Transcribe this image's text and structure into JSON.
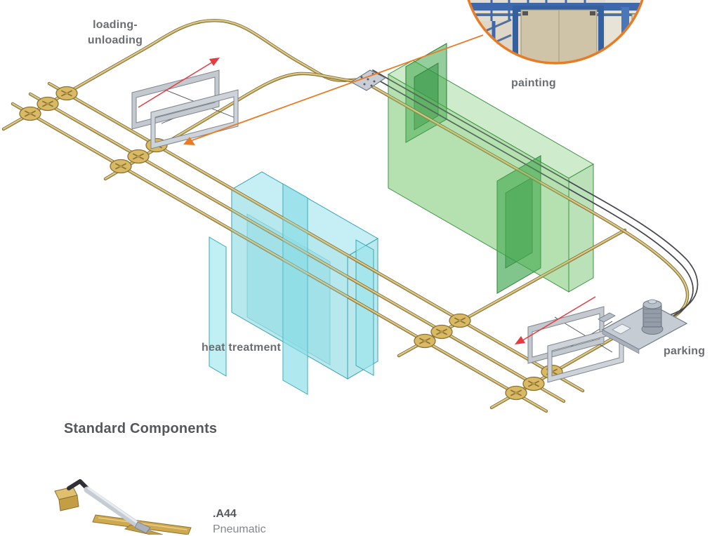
{
  "stations": {
    "loading_unloading": {
      "line1": "loading-",
      "line2": "unloading"
    },
    "painting": "painting",
    "heat_treatment": "heat treatment",
    "parking": "parking"
  },
  "inset_photo": {
    "description": "photo of overhead conveyor in painting plant",
    "border_color": "#e87c26"
  },
  "components_section": {
    "heading": "Standard Components",
    "items": [
      {
        "code": ".A44",
        "name": "Pneumatic"
      }
    ]
  },
  "colors": {
    "track_gold": "#c9b268",
    "track_gold_dark": "#7d6831",
    "power_rail_dark": "#44474c",
    "label_gray": "#6b6e71",
    "heading_gray": "#55585b",
    "callout_orange": "#e87c26",
    "arrow_red": "#e63b40",
    "painting_booth_green": "#7cc87c",
    "heat_treatment_teal": "#87dae4",
    "carrier_frame_gray": "#c3c9cf",
    "drive_unit_gray": "#c6ccd4"
  }
}
